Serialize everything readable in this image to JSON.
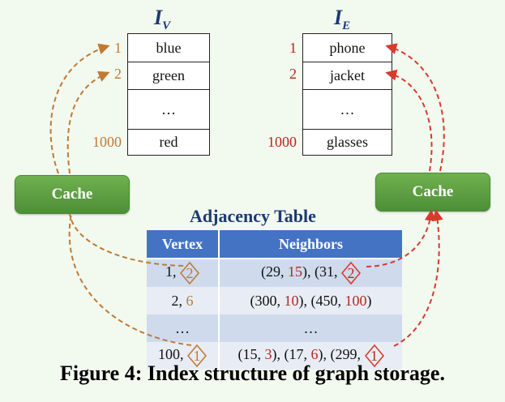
{
  "iv": {
    "title_main": "I",
    "title_sub": "V",
    "row_numbers": [
      "1",
      "2",
      "1000"
    ],
    "cells": [
      "blue",
      "green",
      "…",
      "red"
    ]
  },
  "ie": {
    "title_main": "I",
    "title_sub": "E",
    "row_numbers": [
      "1",
      "2",
      "1000"
    ],
    "cells": [
      "phone",
      "jacket",
      "…",
      "glasses"
    ]
  },
  "cache_left": "Cache",
  "cache_right": "Cache",
  "adjacency": {
    "title": "Adjacency Table",
    "headers": [
      "Vertex",
      "Neighbors"
    ],
    "rows": [
      {
        "vertex": [
          {
            "text": "1, ",
            "color": "dark"
          },
          {
            "text": "2",
            "color": "brown",
            "diamond": true
          }
        ],
        "neighbors": [
          {
            "text": "(29, ",
            "color": "dark"
          },
          {
            "text": "15",
            "color": "red"
          },
          {
            "text": "), (31, ",
            "color": "dark"
          },
          {
            "text": "2",
            "color": "red",
            "diamond": true
          }
        ]
      },
      {
        "vertex": [
          {
            "text": "2, ",
            "color": "dark"
          },
          {
            "text": "6",
            "color": "brown"
          }
        ],
        "neighbors": [
          {
            "text": "(300, ",
            "color": "dark"
          },
          {
            "text": "10",
            "color": "red"
          },
          {
            "text": "), (450, ",
            "color": "dark"
          },
          {
            "text": "100",
            "color": "red"
          },
          {
            "text": ")",
            "color": "dark"
          }
        ]
      },
      {
        "vertex": [
          {
            "text": "…",
            "color": "dark"
          }
        ],
        "neighbors": [
          {
            "text": "…",
            "color": "dark"
          }
        ]
      },
      {
        "vertex": [
          {
            "text": "100, ",
            "color": "dark"
          },
          {
            "text": "1",
            "color": "brown",
            "diamond": true
          }
        ],
        "neighbors": [
          {
            "text": "(15, ",
            "color": "dark"
          },
          {
            "text": "3",
            "color": "red"
          },
          {
            "text": "), (17, ",
            "color": "dark"
          },
          {
            "text": "6",
            "color": "red"
          },
          {
            "text": "), (299, ",
            "color": "dark"
          },
          {
            "text": "1",
            "color": "red",
            "diamond": true
          }
        ]
      }
    ]
  },
  "caption": "Figure 4: Index structure of graph storage.",
  "colors": {
    "brown": "#c07a35",
    "red": "#b5281d",
    "dark": "#111111",
    "title_blue": "#1c3a72",
    "header_blue": "#4473c4"
  }
}
